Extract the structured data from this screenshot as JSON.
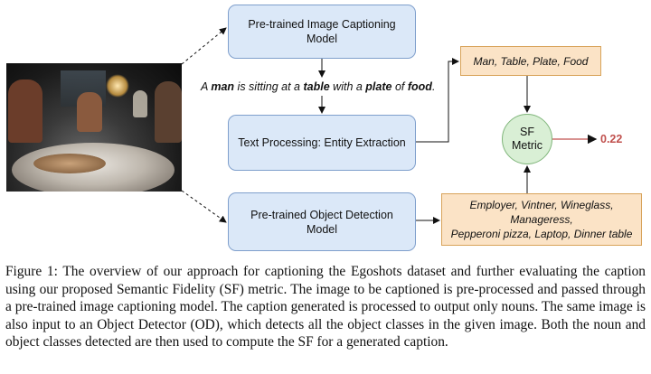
{
  "diagram": {
    "captioning_model": "Pre-trained Image Captioning Model",
    "generated_caption": {
      "parts": [
        {
          "t": "A ",
          "b": false
        },
        {
          "t": "man",
          "b": true
        },
        {
          "t": " is sitting at a ",
          "b": false
        },
        {
          "t": "table",
          "b": true
        },
        {
          "t": " with a ",
          "b": false
        },
        {
          "t": "plate",
          "b": true
        },
        {
          "t": " of ",
          "b": false
        },
        {
          "t": "food",
          "b": true
        },
        {
          "t": ".",
          "b": false
        }
      ]
    },
    "text_processing": "Text Processing: Entity Extraction",
    "object_detection_model": "Pre-trained Object Detection Model",
    "entities": "Man, Table, Plate, Food",
    "detected_objects_line1": "Employer, Vintner, Wineglass, Manageress,",
    "detected_objects_line2": "Pepperoni pizza, Laptop, Dinner table",
    "sf_metric_line1": "SF",
    "sf_metric_line2": "Metric",
    "sf_score": "0.22"
  },
  "figure_caption": "Figure 1: The overview of our approach for captioning the Egoshots dataset and further evaluating the caption using our proposed Semantic Fidelity (SF) metric. The image to be captioned is pre-processed and passed through a pre-trained image captioning model. The caption generated is processed to output only nouns. The same image is also input to an Object Detector (OD), which detects all the object classes in the given image. Both the noun and object classes detected are then used to compute the SF for a generated caption.",
  "colors": {
    "model_box": "#dbe8f8",
    "output_box": "#fbe3c6",
    "metric_circle": "#d9efd5",
    "score": "#c0504d"
  }
}
